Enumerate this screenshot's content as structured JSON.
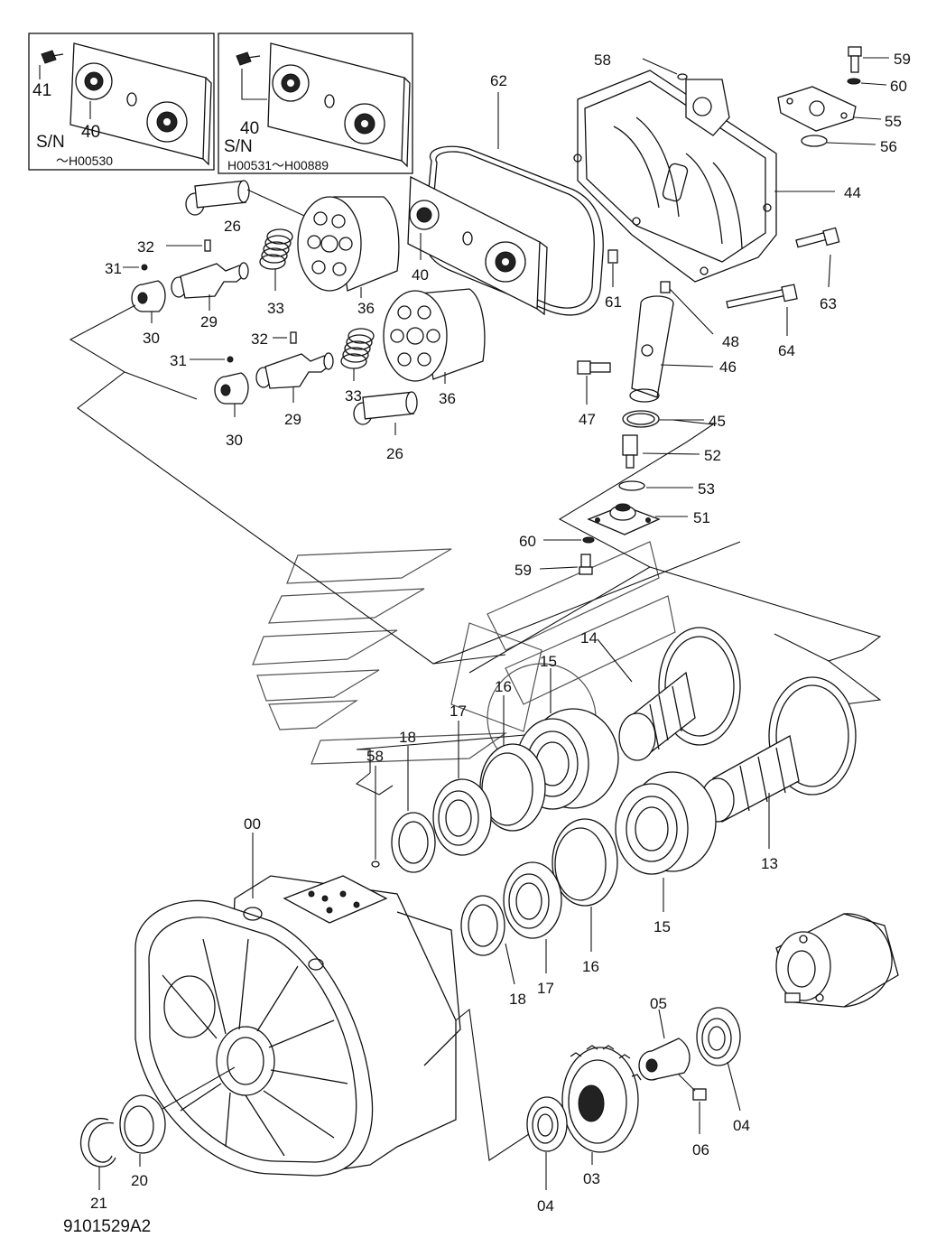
{
  "diagram": {
    "drawing_number": "9101529A2",
    "inset_left": {
      "sn_label": "S/N",
      "sn_range": "～H00530",
      "callouts": [
        "41",
        "40"
      ]
    },
    "inset_right": {
      "sn_label": "S/N",
      "sn_range": "H00531～H00889",
      "callouts": [
        "40"
      ]
    },
    "callouts": {
      "c58_top": "58",
      "c59_top": "59",
      "c60_top": "60",
      "c55": "55",
      "c56": "56",
      "c44": "44",
      "c62": "62",
      "c26_top": "26",
      "c32_a": "32",
      "c31_a": "31",
      "c29_a": "29",
      "c33_a": "33",
      "c36_a": "36",
      "c40_mid": "40",
      "c30_a": "30",
      "c61": "61",
      "c48": "48",
      "c63": "63",
      "c64": "64",
      "c46": "46",
      "c32_b": "32",
      "c31_b": "31",
      "c29_b": "29",
      "c33_b": "33",
      "c36_b": "36",
      "c30_b": "30",
      "c26_b": "26",
      "c47": "47",
      "c45": "45",
      "c52": "52",
      "c53": "53",
      "c51": "51",
      "c60_b": "60",
      "c59_b": "59",
      "c14": "14",
      "c15_top": "15",
      "c16_top": "16",
      "c17_top": "17",
      "c18_top": "18",
      "c58_b": "58",
      "c13": "13",
      "c00": "00",
      "c15_b": "15",
      "c16_b": "16",
      "c17_b": "17",
      "c18_b": "18",
      "c05": "05",
      "c04_r": "04",
      "c06": "06",
      "c03": "03",
      "c04_b": "04",
      "c20": "20",
      "c21": "21"
    }
  }
}
